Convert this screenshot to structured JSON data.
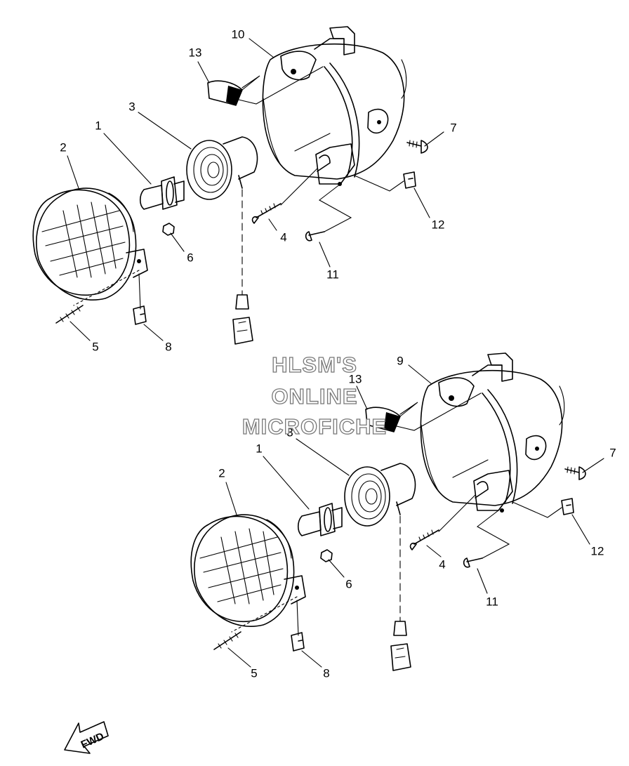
{
  "watermark": {
    "line1": "HLSM'S",
    "line2": "ONLINE",
    "line3": "MICROFICHE"
  },
  "direction_label": "FWD",
  "upper_assembly": {
    "callouts": [
      {
        "id": "u1",
        "label": "1"
      },
      {
        "id": "u2",
        "label": "2"
      },
      {
        "id": "u3",
        "label": "3"
      },
      {
        "id": "u4",
        "label": "4"
      },
      {
        "id": "u5",
        "label": "5"
      },
      {
        "id": "u6",
        "label": "6"
      },
      {
        "id": "u7",
        "label": "7"
      },
      {
        "id": "u8",
        "label": "8"
      },
      {
        "id": "u10",
        "label": "10"
      },
      {
        "id": "u11",
        "label": "11"
      },
      {
        "id": "u12",
        "label": "12"
      },
      {
        "id": "u13",
        "label": "13"
      }
    ]
  },
  "lower_assembly": {
    "callouts": [
      {
        "id": "l1",
        "label": "1"
      },
      {
        "id": "l2",
        "label": "2"
      },
      {
        "id": "l3",
        "label": "3"
      },
      {
        "id": "l4",
        "label": "4"
      },
      {
        "id": "l5",
        "label": "5"
      },
      {
        "id": "l6",
        "label": "6"
      },
      {
        "id": "l7",
        "label": "7"
      },
      {
        "id": "l8",
        "label": "8"
      },
      {
        "id": "l9",
        "label": "9"
      },
      {
        "id": "l11",
        "label": "11"
      },
      {
        "id": "l12",
        "label": "12"
      },
      {
        "id": "l13",
        "label": "13"
      }
    ]
  }
}
